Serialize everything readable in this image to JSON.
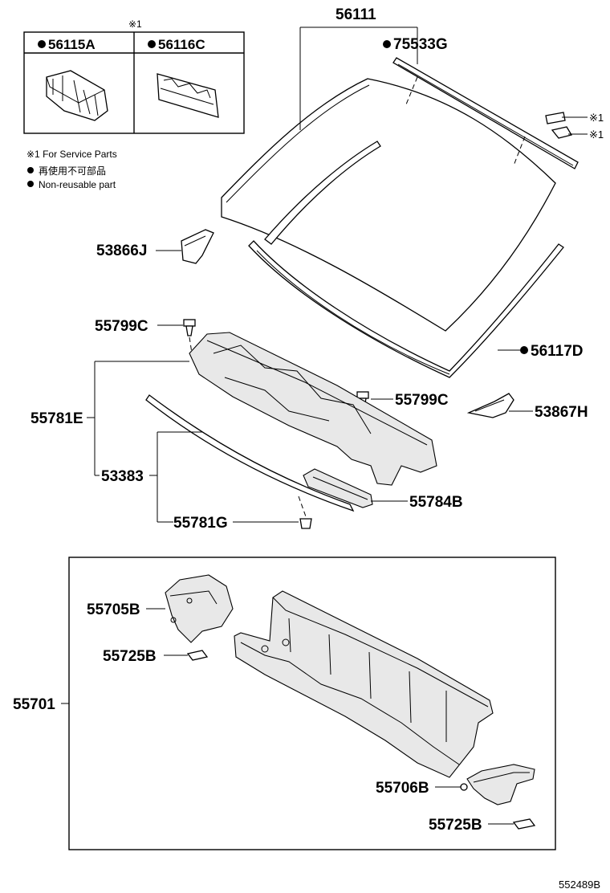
{
  "header": {
    "service_mark": "※1"
  },
  "legend": {
    "service": "※1  For Service Parts",
    "non_reusable_cn": "再使用不可部品",
    "non_reusable_en": "Non-reusable part"
  },
  "boxed_parts": [
    "56115A",
    "56116C"
  ],
  "callouts": {
    "p56111": "56111",
    "p75533G": "75533G",
    "mark1": "※1",
    "mark2": "※1",
    "p53866J": "53866J",
    "p56117D": "56117D",
    "p55799C_a": "55799C",
    "p55799C_b": "55799C",
    "p55781E": "55781E",
    "p53867H": "53867H",
    "p53383": "53383",
    "p55784B": "55784B",
    "p55781G": "55781G",
    "p55705B": "55705B",
    "p55725B_a": "55725B",
    "p55701": "55701",
    "p55706B": "55706B",
    "p55725B_b": "55725B"
  },
  "footer": {
    "drawing_code": "552489B"
  }
}
